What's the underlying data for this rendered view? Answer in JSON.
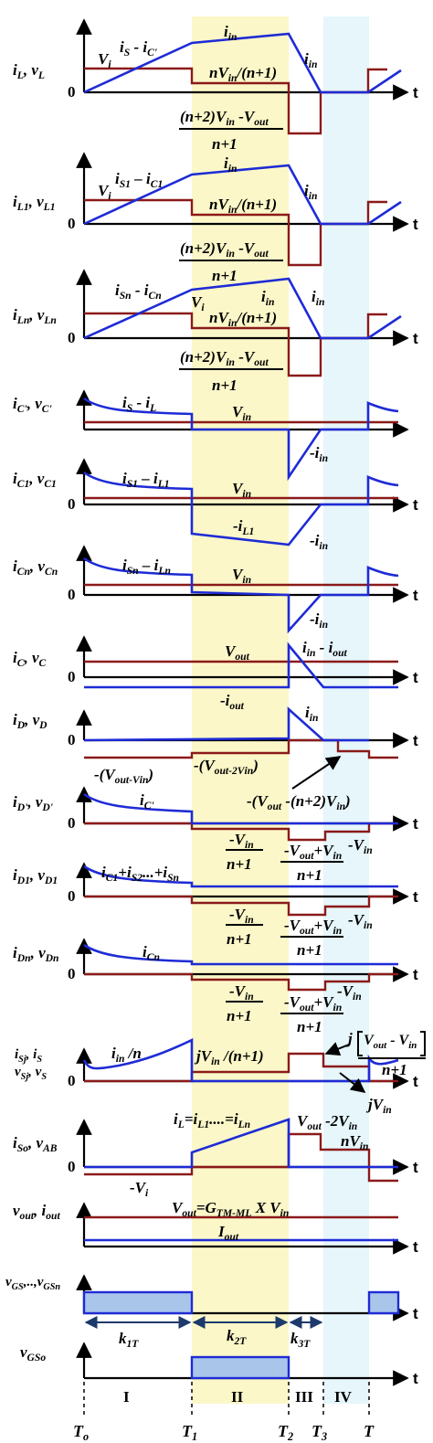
{
  "colors": {
    "voltage": "#8b1a1a",
    "current": "#1e2bd6",
    "interval_II": "#fbf7c8",
    "interval_IV": "#e6f6fb",
    "gate_fill": "#a9c6ea"
  },
  "common": {
    "zero": "0",
    "t": "t"
  },
  "panels": {
    "p1": {
      "ylabel": "i_L, v_L",
      "l_isic": "i_S - i_C'",
      "l_vi": "V_i",
      "l_iin_top": "i_in",
      "l_iin_fall": "i_in",
      "l_nvin": "nV_in/(n+1)",
      "frac_num": "(n+2)V_in -V_out",
      "frac_den": "n+1"
    },
    "p2": {
      "ylabel": "i_L1, v_L1",
      "l_isic": "i_S1 – i_C1",
      "l_vi": "V_i",
      "l_iin_top": "i_in",
      "l_iin_fall": "i_in",
      "l_nvin": "nV_in/(n+1)",
      "frac_num": "(n+2)V_in -V_out",
      "frac_den": "n+1"
    },
    "p3": {
      "ylabel": "i_Ln, v_Ln",
      "l_isic": "i_Sn - i_Cn",
      "l_vi": "V_i",
      "l_iin_mid": "i_in",
      "l_iin_fall": "i_in",
      "l_nvin": "nV_in/(n+1)",
      "frac_num": "(n+2)V_in -V_out",
      "frac_den": "n+1"
    },
    "p4": {
      "ylabel": "i_C', v_C'",
      "l_cur": "i_S - i_L",
      "l_vin": "V_in",
      "l_neg": "-i_in"
    },
    "p5": {
      "ylabel": "i_C1, v_C1",
      "l_cur": "i_S1 – i_L1",
      "l_vin": "V_in",
      "l_il1": "-i_L1",
      "l_neg": "-i_in"
    },
    "p6": {
      "ylabel": "i_Cn, v_Cn",
      "l_cur": "i_Sn – i_Ln",
      "l_vin": "V_in",
      "l_neg": "-i_in"
    },
    "p7": {
      "ylabel": "i_C, v_C",
      "l_vout": "V_out",
      "l_iout": "-i_out",
      "l_diff": "i_in - i_out"
    },
    "p8": {
      "ylabel": "i_D, v_D",
      "l_iin": "i_in",
      "l_v1": "-(V_out-V_in)",
      "l_v2": "-(V_out-2V_in)",
      "l_v3": "-(V_out -(n+2)V_in)"
    },
    "p9": {
      "ylabel": "i_D', v_D'",
      "l_ic": "i_C'",
      "f1_num": "-V_in",
      "f1_den": "n+1",
      "f2_num": "-V_out+V_in",
      "f2_den": "n+1",
      "l_mvin": "-V_in"
    },
    "p10": {
      "ylabel": "i_D1, v_D1",
      "l_sum": "i_C1+i_S2...+i_Sn",
      "f1_num": "-V_in",
      "f1_den": "n+1",
      "f2_num": "-V_out+V_in",
      "f2_den": "n+1",
      "l_mvin": "-V_in"
    },
    "p11": {
      "ylabel": "i_Dn, v_Dn",
      "l_icn": "i_Cn",
      "f1_num": "-V_in",
      "f1_den": "n+1",
      "f2_num": "-V_out+V_in",
      "f2_den": "n+1",
      "l_mvin": "-V_in"
    },
    "p12": {
      "ylabel_1": "i_Sj, i_S",
      "ylabel_2": "v_Sj, v_S",
      "l_iinn": "i_in /n",
      "l_jvin": "jV_in /(n+1)",
      "l_j": "j",
      "l_bracket": "V_out - V_in",
      "l_bden": "n+1",
      "l_jvin2": "jV_in"
    },
    "p13": {
      "ylabel": "i_So, v_AB",
      "l_il": "i_L=i_L1....=i_Ln",
      "l_v1": "V_out -2V_in",
      "l_v2": "nV_in",
      "l_vi": "-V_i"
    },
    "p14": {
      "ylabel": "v_out, i_out",
      "l_vout": "V_out=G_TM-ML X V_in",
      "l_iout": "I_out"
    },
    "p15": {
      "ylabel": "v_GS,..,v_GSn"
    },
    "p16": {
      "ylabel": "v_GSo",
      "l_k1": "k_1T",
      "l_k2": "k_2T",
      "l_k3": "k_3T"
    },
    "intervals": [
      "I",
      "II",
      "III",
      "IV"
    ],
    "times": [
      "T_o",
      "T_1",
      "T_2",
      "T_3",
      "T"
    ]
  }
}
